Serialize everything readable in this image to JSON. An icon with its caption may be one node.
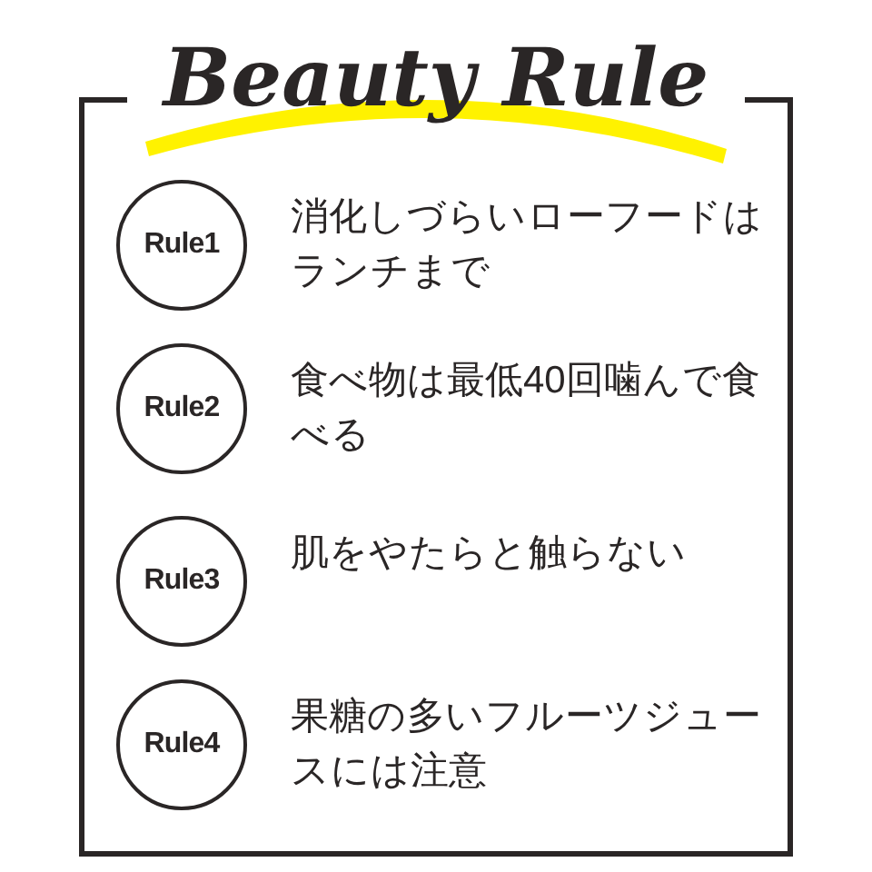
{
  "diagram": {
    "title": "Beauty Rule",
    "nodes": [
      {
        "text": [
          "Rule1"
        ],
        "beside": [
          "消化しづらいローフードはランチまで"
        ]
      },
      {
        "text": [
          "Rule2"
        ],
        "beside": [
          "食べ物は最低40回噛んで食べる"
        ]
      },
      {
        "text": [
          "Rule3"
        ],
        "beside": [
          "肌をやたらと触らない"
        ]
      },
      {
        "text": [
          "Rule4"
        ],
        "beside": [
          "果糖の多いフルーツジュースには注意"
        ]
      }
    ]
  }
}
